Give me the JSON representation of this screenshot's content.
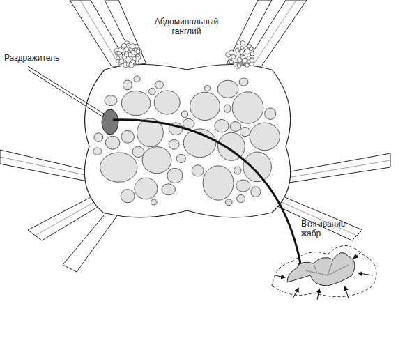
{
  "diagram": {
    "labels": [
      "Абдоминальный ганглий",
      "Раздражитель",
      "Втягивание жабр"
    ]
  }
}
